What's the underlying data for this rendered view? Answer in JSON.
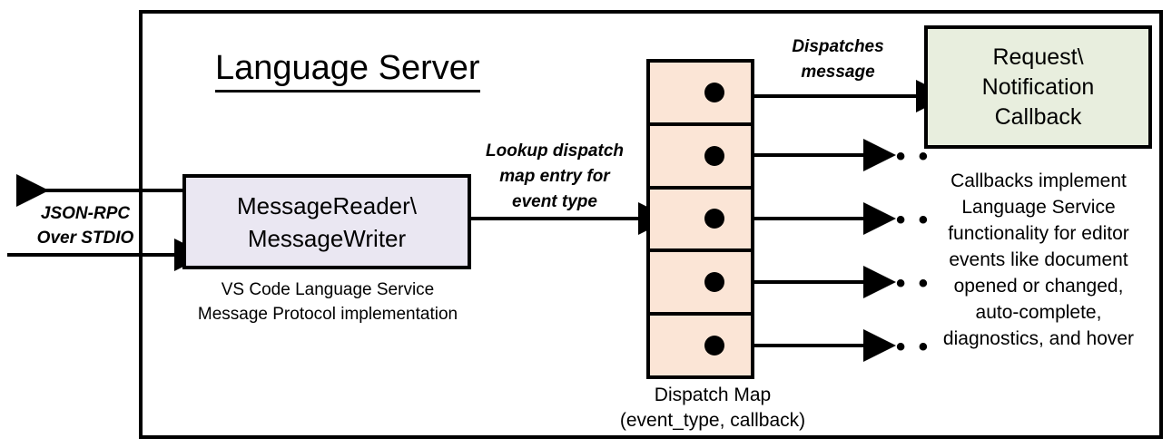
{
  "diagram": {
    "title": "Language Server",
    "external_io": {
      "label_line1": "JSON-RPC",
      "label_line2": "Over STDIO",
      "outbound_arrow": "arrow-left-out",
      "inbound_arrow": "arrow-right-in"
    },
    "reader_box": {
      "line1": "MessageReader\\",
      "line2": "MessageWriter",
      "caption_line1": "VS Code Language Service",
      "caption_line2": "Message Protocol implementation",
      "fill": "#EAE7F2"
    },
    "lookup_edge": {
      "label_line1": "Lookup dispatch",
      "label_line2": "map entry for",
      "label_line3": "event type"
    },
    "dispatch_map": {
      "fill": "#FBE5D6",
      "cell_count": 5,
      "cells": [
        {
          "id": "dispatch-map-row-1",
          "dot": "callback-dot"
        },
        {
          "id": "dispatch-map-row-2",
          "dot": "callback-dot"
        },
        {
          "id": "dispatch-map-row-3",
          "dot": "callback-dot"
        },
        {
          "id": "dispatch-map-row-4",
          "dot": "callback-dot"
        },
        {
          "id": "dispatch-map-row-5",
          "dot": "callback-dot"
        }
      ],
      "caption_line1": "Dispatch Map",
      "caption_line2": "(event_type, callback)"
    },
    "dispatch_edge": {
      "label_line1": "Dispatches",
      "label_line2": "message"
    },
    "callback_box": {
      "line1": "Request\\",
      "line2": "Notification",
      "line3": "Callback",
      "fill": "#E8EEDE",
      "caption_line1": "Callbacks implement",
      "caption_line2": "Language Service",
      "caption_line3": "functionality for editor",
      "caption_line4": "events like document",
      "caption_line5": "opened or changed,",
      "caption_line6": "auto-complete,",
      "caption_line7": "diagnostics, and hover"
    },
    "ellipsis_rows": [
      {
        "glyph": "• • •"
      },
      {
        "glyph": "• • •"
      },
      {
        "glyph": "• • •"
      },
      {
        "glyph": "• • •"
      }
    ],
    "colors": {
      "stroke": "#000000",
      "background": "#FFFFFF"
    }
  }
}
